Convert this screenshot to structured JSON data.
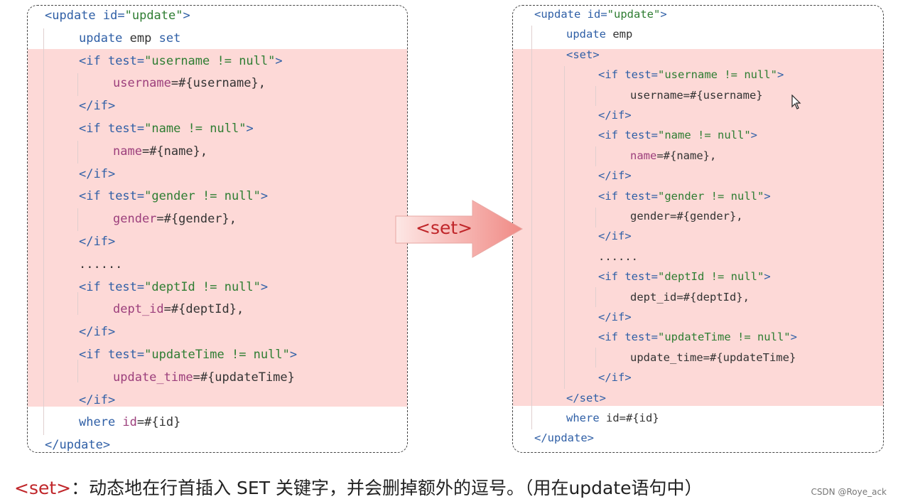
{
  "left": {
    "lines": [
      {
        "indent": 0,
        "parts": [
          [
            "tag",
            "<update "
          ],
          [
            "attr",
            "id="
          ],
          [
            "val",
            "\"update\""
          ],
          [
            "tag",
            ">"
          ]
        ]
      },
      {
        "indent": 1,
        "parts": [
          [
            "kw",
            "update "
          ],
          [
            "plain",
            "emp "
          ],
          [
            "kw",
            "set"
          ]
        ]
      },
      {
        "indent": 1,
        "parts": [
          [
            "tag",
            "<if "
          ],
          [
            "attr",
            "test="
          ],
          [
            "val",
            "\"username != null\""
          ],
          [
            "tag",
            ">"
          ]
        ]
      },
      {
        "indent": 2,
        "parts": [
          [
            "field",
            "username"
          ],
          [
            "plain",
            "=#{username},"
          ]
        ]
      },
      {
        "indent": 1,
        "parts": [
          [
            "tag",
            "</if>"
          ]
        ]
      },
      {
        "indent": 1,
        "parts": [
          [
            "tag",
            "<if "
          ],
          [
            "attr",
            "test="
          ],
          [
            "val",
            "\"name != null\""
          ],
          [
            "tag",
            ">"
          ]
        ]
      },
      {
        "indent": 2,
        "parts": [
          [
            "field",
            "name"
          ],
          [
            "plain",
            "=#{name},"
          ]
        ]
      },
      {
        "indent": 1,
        "parts": [
          [
            "tag",
            "</if>"
          ]
        ]
      },
      {
        "indent": 1,
        "parts": [
          [
            "tag",
            "<if "
          ],
          [
            "attr",
            "test="
          ],
          [
            "val",
            "\"gender != null\""
          ],
          [
            "tag",
            ">"
          ]
        ]
      },
      {
        "indent": 2,
        "parts": [
          [
            "field",
            "gender"
          ],
          [
            "plain",
            "=#{gender},"
          ]
        ]
      },
      {
        "indent": 1,
        "parts": [
          [
            "tag",
            "</if>"
          ]
        ]
      },
      {
        "indent": 1,
        "parts": [
          [
            "plain",
            "......"
          ]
        ]
      },
      {
        "indent": 1,
        "parts": [
          [
            "tag",
            "<if "
          ],
          [
            "attr",
            "test="
          ],
          [
            "val",
            "\"deptId != null\""
          ],
          [
            "tag",
            ">"
          ]
        ]
      },
      {
        "indent": 2,
        "parts": [
          [
            "field",
            "dept_id"
          ],
          [
            "plain",
            "=#{deptId},"
          ]
        ]
      },
      {
        "indent": 1,
        "parts": [
          [
            "tag",
            "</if>"
          ]
        ]
      },
      {
        "indent": 1,
        "parts": [
          [
            "tag",
            "<if "
          ],
          [
            "attr",
            "test="
          ],
          [
            "val",
            "\"updateTime != null\""
          ],
          [
            "tag",
            ">"
          ]
        ]
      },
      {
        "indent": 2,
        "parts": [
          [
            "field",
            "update_time"
          ],
          [
            "plain",
            "=#{updateTime}"
          ]
        ]
      },
      {
        "indent": 1,
        "parts": [
          [
            "tag",
            "</if>"
          ]
        ]
      },
      {
        "indent": 1,
        "parts": [
          [
            "kw",
            "where "
          ],
          [
            "field",
            "id"
          ],
          [
            "plain",
            "=#{id}"
          ]
        ]
      },
      {
        "indent": 0,
        "parts": [
          [
            "tag",
            "</update>"
          ]
        ]
      }
    ]
  },
  "right": {
    "lines": [
      {
        "indent": 0,
        "parts": [
          [
            "tag",
            "<update "
          ],
          [
            "attr",
            "id="
          ],
          [
            "val",
            "\"update\""
          ],
          [
            "tag",
            ">"
          ]
        ]
      },
      {
        "indent": 1,
        "parts": [
          [
            "kw",
            "update "
          ],
          [
            "plain",
            "emp"
          ]
        ]
      },
      {
        "indent": 1,
        "parts": [
          [
            "tag",
            "<set>"
          ]
        ]
      },
      {
        "indent": 2,
        "parts": [
          [
            "tag",
            "<if "
          ],
          [
            "attr",
            "test="
          ],
          [
            "val",
            "\"username != null\""
          ],
          [
            "tag",
            ">"
          ]
        ]
      },
      {
        "indent": 3,
        "parts": [
          [
            "plain",
            "username=#{username}"
          ]
        ]
      },
      {
        "indent": 2,
        "parts": [
          [
            "tag",
            "</if>"
          ]
        ]
      },
      {
        "indent": 2,
        "parts": [
          [
            "tag",
            "<if "
          ],
          [
            "attr",
            "test="
          ],
          [
            "val",
            "\"name != null\""
          ],
          [
            "tag",
            ">"
          ]
        ]
      },
      {
        "indent": 3,
        "parts": [
          [
            "field",
            "name"
          ],
          [
            "plain",
            "=#{name},"
          ]
        ]
      },
      {
        "indent": 2,
        "parts": [
          [
            "tag",
            "</if>"
          ]
        ]
      },
      {
        "indent": 2,
        "parts": [
          [
            "tag",
            "<if "
          ],
          [
            "attr",
            "test="
          ],
          [
            "val",
            "\"gender != null\""
          ],
          [
            "tag",
            ">"
          ]
        ]
      },
      {
        "indent": 3,
        "parts": [
          [
            "plain",
            "gender=#{gender},"
          ]
        ]
      },
      {
        "indent": 2,
        "parts": [
          [
            "tag",
            "</if>"
          ]
        ]
      },
      {
        "indent": 2,
        "parts": [
          [
            "plain",
            "......"
          ]
        ]
      },
      {
        "indent": 2,
        "parts": [
          [
            "tag",
            "<if "
          ],
          [
            "attr",
            "test="
          ],
          [
            "val",
            "\"deptId != null\""
          ],
          [
            "tag",
            ">"
          ]
        ]
      },
      {
        "indent": 3,
        "parts": [
          [
            "plain",
            "dept_id=#{deptId},"
          ]
        ]
      },
      {
        "indent": 2,
        "parts": [
          [
            "tag",
            "</if>"
          ]
        ]
      },
      {
        "indent": 2,
        "parts": [
          [
            "tag",
            "<if "
          ],
          [
            "attr",
            "test="
          ],
          [
            "val",
            "\"updateTime != null\""
          ],
          [
            "tag",
            ">"
          ]
        ]
      },
      {
        "indent": 3,
        "parts": [
          [
            "plain",
            "update_time=#{updateTime}"
          ]
        ]
      },
      {
        "indent": 2,
        "parts": [
          [
            "tag",
            "</if>"
          ]
        ]
      },
      {
        "indent": 1,
        "parts": [
          [
            "tag",
            "</set>"
          ]
        ]
      },
      {
        "indent": 1,
        "parts": [
          [
            "kw",
            "where "
          ],
          [
            "plain",
            "id=#{id}"
          ]
        ]
      },
      {
        "indent": 0,
        "parts": [
          [
            "tag",
            "</update>"
          ]
        ]
      }
    ]
  },
  "arrow_label": "<set>",
  "caption": {
    "tag": "<set>",
    "text": "：动态地在行首插入 SET 关键字，并会删掉额外的逗号。（用在update语句中）"
  },
  "watermark": "CSDN @Roye_ack",
  "colors": {
    "highlight": "#fdd9d7",
    "tag": "#2f5fa6",
    "value": "#2e7d32",
    "field": "#9c3f7c",
    "accent_red": "#c0262a"
  }
}
